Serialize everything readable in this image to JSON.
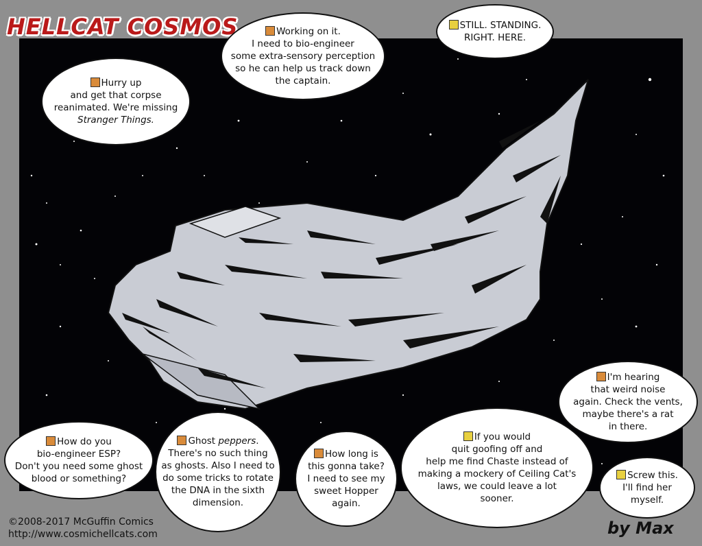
{
  "comic": {
    "title": "HELLCAT COSMOS",
    "copyright_line1": "©2008-2017 McGuffin Comics",
    "copyright_line2": "http://www.cosmichellcats.com",
    "byline": "by Max"
  },
  "bubbles": {
    "hurry": {
      "l1": "Hurry up",
      "l2": "and get that corpse",
      "l3": "reanimated. We're missing",
      "l4": "Stranger Things."
    },
    "working": {
      "l1": "Working on it.",
      "l2": "I need to bio-engineer",
      "l3": "some extra-sensory perception",
      "l4": "so he can help us track down",
      "l5": "the captain."
    },
    "still": {
      "l1": "STILL. STANDING.",
      "l2": "RIGHT. HERE."
    },
    "noise": {
      "l1": "I'm hearing",
      "l2": "that weird noise",
      "l3": "again. Check the vents,",
      "l4": "maybe there's a rat",
      "l5": "in there."
    },
    "howdo": {
      "l1": "How do you",
      "l2": "bio-engineer ESP?",
      "l3": "Don't you need some ghost",
      "l4": "blood or something?"
    },
    "ghost": {
      "l1a": "Ghost ",
      "l1b": "peppers",
      "l1c": ".",
      "l2": "There's no such thing",
      "l3": "as ghosts. Also I need to",
      "l4": "do some tricks to rotate",
      "l5": "the DNA in the sixth",
      "l6": "dimension."
    },
    "howlong": {
      "l1": "How long is",
      "l2": "this gonna take?",
      "l3": "I need to see my",
      "l4": "sweet Hopper",
      "l5": "again."
    },
    "goofing": {
      "l1": "If you would",
      "l2": "quit goofing off and",
      "l3": "help me find Chaste instead of",
      "l4": "making a mockery of Ceiling Cat's",
      "l5": "laws, we could leave a lot",
      "l6": "sooner."
    },
    "screw": {
      "l1": "Screw this.",
      "l2": "I'll find her",
      "l3": "myself."
    }
  },
  "colors": {
    "page_bg": "#8f8f8f",
    "panel_bg": "#030306",
    "title_red": "#ba1a1a",
    "ship_gray": "#c9ccd4",
    "speaker_orange": "#d98b3a",
    "speaker_yellow": "#e8d040"
  }
}
